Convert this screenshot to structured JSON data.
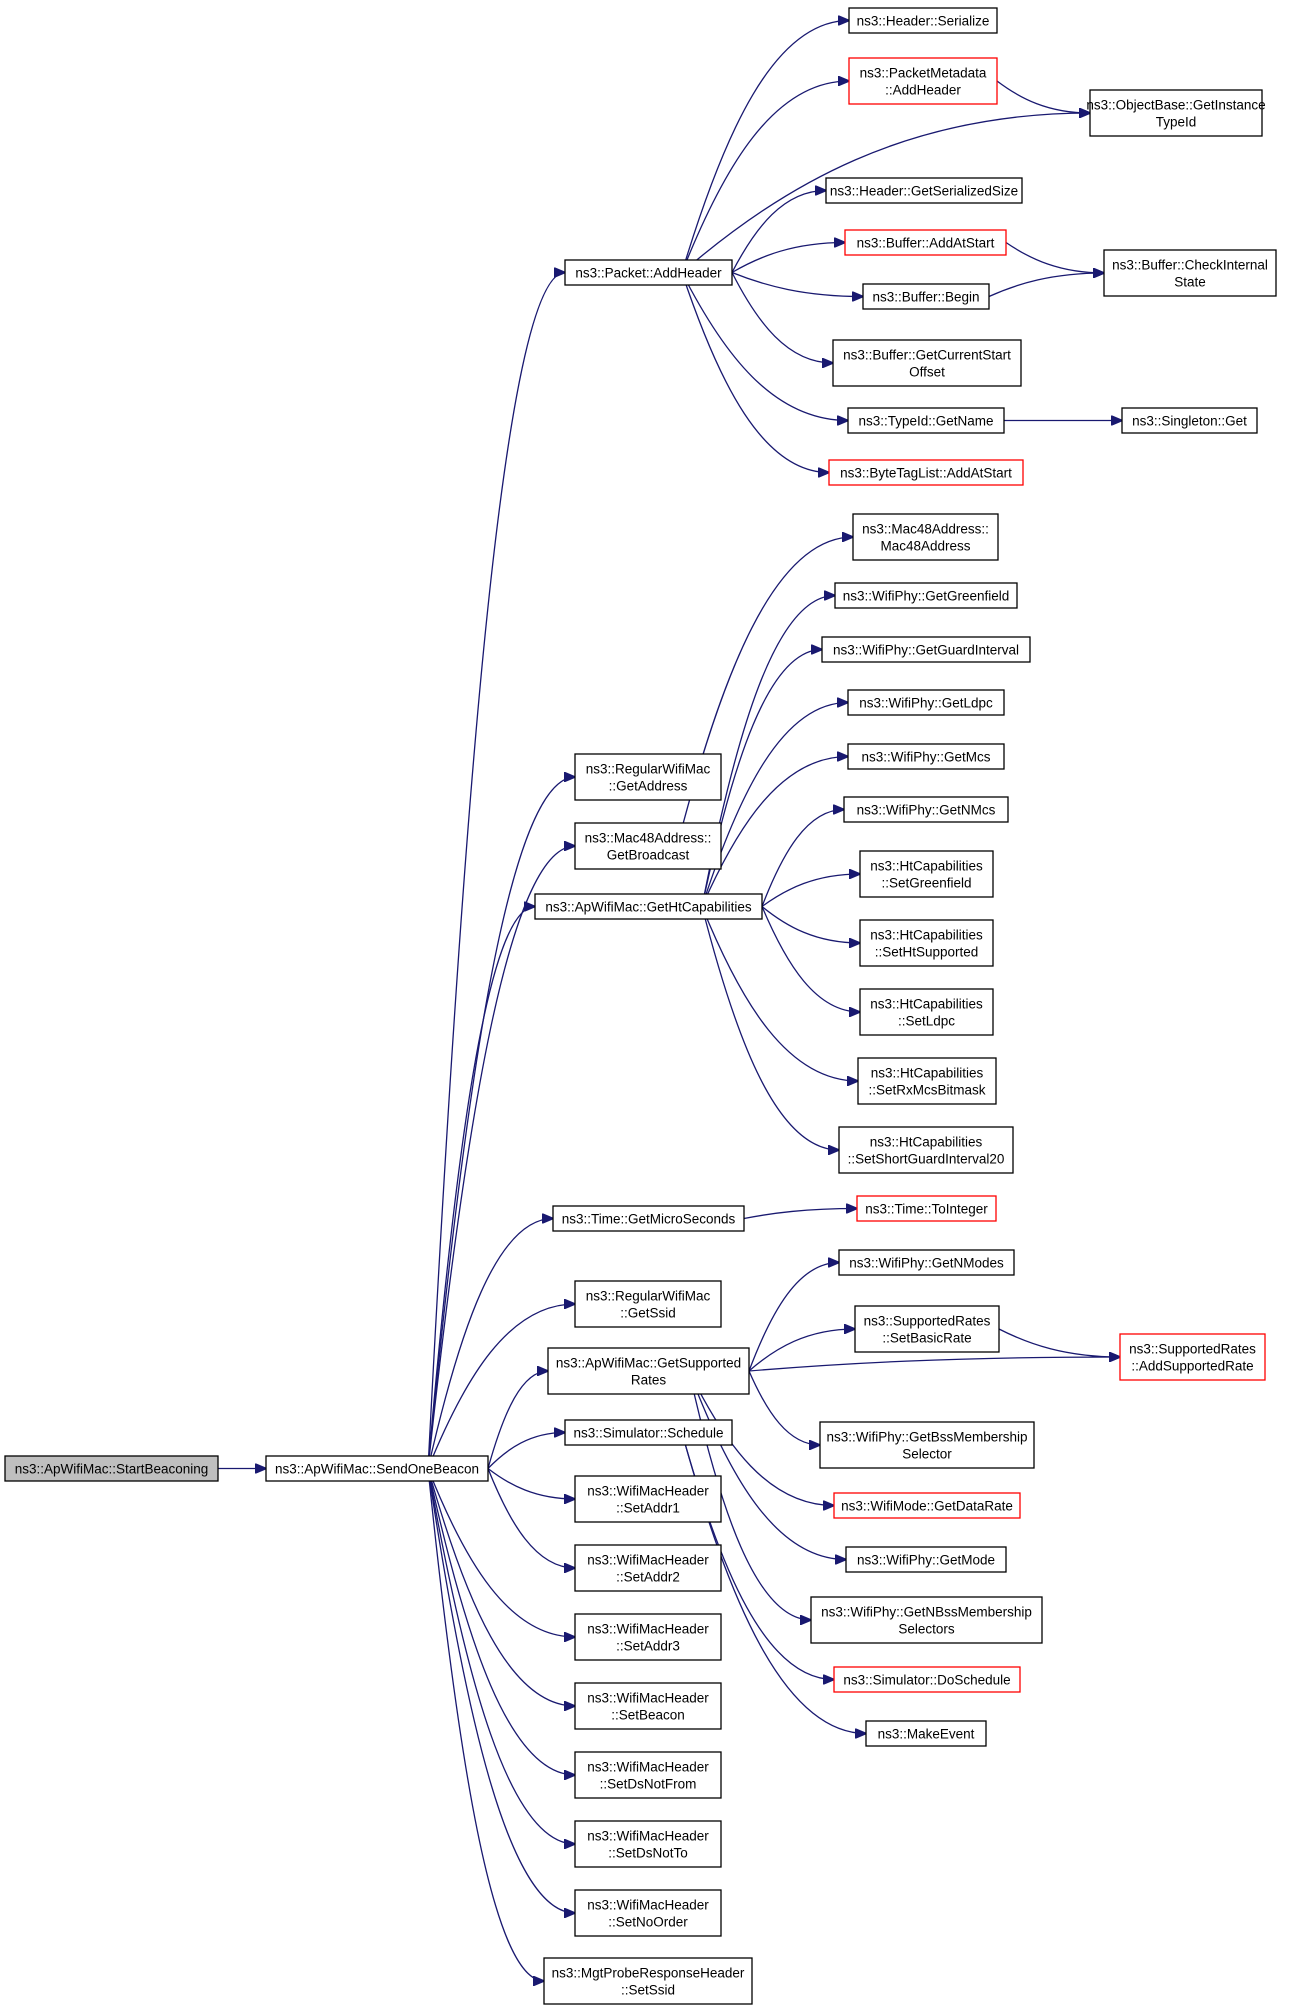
{
  "diagram": {
    "type": "call-graph",
    "colors": {
      "edge": "#191970",
      "node_border_default": "#000000",
      "node_border_truncated": "#ff0000",
      "root_fill": "#bfbfbf",
      "node_fill": "#ffffff"
    },
    "nodes": [
      {
        "id": "start",
        "lines": [
          "ns3::ApWifiMac::StartBeaconing"
        ],
        "style": "root"
      },
      {
        "id": "send",
        "lines": [
          "ns3::ApWifiMac::SendOneBeacon"
        ]
      },
      {
        "id": "addheader",
        "lines": [
          "ns3::Packet::AddHeader"
        ]
      },
      {
        "id": "serialize",
        "lines": [
          "ns3::Header::Serialize"
        ]
      },
      {
        "id": "pmaddheader",
        "lines": [
          "ns3::PacketMetadata",
          "::AddHeader"
        ],
        "style": "truncated"
      },
      {
        "id": "getinstance",
        "lines": [
          "ns3::ObjectBase::GetInstance",
          "TypeId"
        ]
      },
      {
        "id": "getsersize",
        "lines": [
          "ns3::Header::GetSerializedSize"
        ]
      },
      {
        "id": "bufaddatstart",
        "lines": [
          "ns3::Buffer::AddAtStart"
        ],
        "style": "truncated"
      },
      {
        "id": "checkinternal",
        "lines": [
          "ns3::Buffer::CheckInternal",
          "State"
        ]
      },
      {
        "id": "bufbegin",
        "lines": [
          "ns3::Buffer::Begin"
        ]
      },
      {
        "id": "getcurrentstart",
        "lines": [
          "ns3::Buffer::GetCurrentStart",
          "Offset"
        ]
      },
      {
        "id": "typeidgetname",
        "lines": [
          "ns3::TypeId::GetName"
        ]
      },
      {
        "id": "singletonget",
        "lines": [
          "ns3::Singleton::Get"
        ]
      },
      {
        "id": "bytetaglist",
        "lines": [
          "ns3::ByteTagList::AddAtStart"
        ],
        "style": "truncated"
      },
      {
        "id": "mac48ctor",
        "lines": [
          "ns3::Mac48Address::",
          "Mac48Address"
        ]
      },
      {
        "id": "getgreenfield",
        "lines": [
          "ns3::WifiPhy::GetGreenfield"
        ]
      },
      {
        "id": "getguard",
        "lines": [
          "ns3::WifiPhy::GetGuardInterval"
        ]
      },
      {
        "id": "getldpc",
        "lines": [
          "ns3::WifiPhy::GetLdpc"
        ]
      },
      {
        "id": "getmcs",
        "lines": [
          "ns3::WifiPhy::GetMcs"
        ]
      },
      {
        "id": "getnmcs",
        "lines": [
          "ns3::WifiPhy::GetNMcs"
        ]
      },
      {
        "id": "regaddr",
        "lines": [
          "ns3::RegularWifiMac",
          "::GetAddress"
        ]
      },
      {
        "id": "getbroadcast",
        "lines": [
          "ns3::Mac48Address::",
          "GetBroadcast"
        ]
      },
      {
        "id": "getht",
        "lines": [
          "ns3::ApWifiMac::GetHtCapabilities"
        ]
      },
      {
        "id": "setgreenfield",
        "lines": [
          "ns3::HtCapabilities",
          "::SetGreenfield"
        ]
      },
      {
        "id": "sethtsupported",
        "lines": [
          "ns3::HtCapabilities",
          "::SetHtSupported"
        ]
      },
      {
        "id": "setldpc",
        "lines": [
          "ns3::HtCapabilities",
          "::SetLdpc"
        ]
      },
      {
        "id": "setrxmcs",
        "lines": [
          "ns3::HtCapabilities",
          "::SetRxMcsBitmask"
        ]
      },
      {
        "id": "setshortgi",
        "lines": [
          "ns3::HtCapabilities",
          "::SetShortGuardInterval20"
        ]
      },
      {
        "id": "getmicro",
        "lines": [
          "ns3::Time::GetMicroSeconds"
        ]
      },
      {
        "id": "tointeger",
        "lines": [
          "ns3::Time::ToInteger"
        ],
        "style": "truncated"
      },
      {
        "id": "getssid",
        "lines": [
          "ns3::RegularWifiMac",
          "::GetSsid"
        ]
      },
      {
        "id": "getnmodes",
        "lines": [
          "ns3::WifiPhy::GetNModes"
        ]
      },
      {
        "id": "getsupported",
        "lines": [
          "ns3::ApWifiMac::GetSupported",
          "Rates"
        ]
      },
      {
        "id": "setbasicrate",
        "lines": [
          "ns3::SupportedRates",
          "::SetBasicRate"
        ]
      },
      {
        "id": "addsupported",
        "lines": [
          "ns3::SupportedRates",
          "::AddSupportedRate"
        ],
        "style": "truncated"
      },
      {
        "id": "schedule",
        "lines": [
          "ns3::Simulator::Schedule"
        ]
      },
      {
        "id": "getbss",
        "lines": [
          "ns3::WifiPhy::GetBssMembership",
          "Selector"
        ]
      },
      {
        "id": "getdatarate",
        "lines": [
          "ns3::WifiMode::GetDataRate"
        ],
        "style": "truncated"
      },
      {
        "id": "setaddr1",
        "lines": [
          "ns3::WifiMacHeader",
          "::SetAddr1"
        ]
      },
      {
        "id": "getmode",
        "lines": [
          "ns3::WifiPhy::GetMode"
        ]
      },
      {
        "id": "setaddr2",
        "lines": [
          "ns3::WifiMacHeader",
          "::SetAddr2"
        ]
      },
      {
        "id": "getnbss",
        "lines": [
          "ns3::WifiPhy::GetNBssMembership",
          "Selectors"
        ]
      },
      {
        "id": "setaddr3",
        "lines": [
          "ns3::WifiMacHeader",
          "::SetAddr3"
        ]
      },
      {
        "id": "doschedule",
        "lines": [
          "ns3::Simulator::DoSchedule"
        ],
        "style": "truncated"
      },
      {
        "id": "setbeacon",
        "lines": [
          "ns3::WifiMacHeader",
          "::SetBeacon"
        ]
      },
      {
        "id": "makeevent",
        "lines": [
          "ns3::MakeEvent"
        ]
      },
      {
        "id": "setdsnotfrom",
        "lines": [
          "ns3::WifiMacHeader",
          "::SetDsNotFrom"
        ]
      },
      {
        "id": "setdsnotto",
        "lines": [
          "ns3::WifiMacHeader",
          "::SetDsNotTo"
        ]
      },
      {
        "id": "setnoorder",
        "lines": [
          "ns3::WifiMacHeader",
          "::SetNoOrder"
        ]
      },
      {
        "id": "mgtsetssid",
        "lines": [
          "ns3::MgtProbeResponseHeader",
          "::SetSsid"
        ]
      }
    ],
    "edges": [
      [
        "start",
        "send"
      ],
      [
        "send",
        "addheader"
      ],
      [
        "send",
        "regaddr"
      ],
      [
        "send",
        "getbroadcast"
      ],
      [
        "send",
        "getht"
      ],
      [
        "send",
        "getmicro"
      ],
      [
        "send",
        "getssid"
      ],
      [
        "send",
        "getsupported"
      ],
      [
        "send",
        "schedule"
      ],
      [
        "send",
        "setaddr1"
      ],
      [
        "send",
        "setaddr2"
      ],
      [
        "send",
        "setaddr3"
      ],
      [
        "send",
        "setbeacon"
      ],
      [
        "send",
        "setdsnotfrom"
      ],
      [
        "send",
        "setdsnotto"
      ],
      [
        "send",
        "setnoorder"
      ],
      [
        "send",
        "mgtsetssid"
      ],
      [
        "addheader",
        "serialize"
      ],
      [
        "addheader",
        "pmaddheader"
      ],
      [
        "addheader",
        "getinstance"
      ],
      [
        "addheader",
        "getsersize"
      ],
      [
        "addheader",
        "bufaddatstart"
      ],
      [
        "addheader",
        "bufbegin"
      ],
      [
        "addheader",
        "getcurrentstart"
      ],
      [
        "addheader",
        "typeidgetname"
      ],
      [
        "addheader",
        "bytetaglist"
      ],
      [
        "pmaddheader",
        "getinstance"
      ],
      [
        "bufaddatstart",
        "checkinternal"
      ],
      [
        "bufbegin",
        "checkinternal"
      ],
      [
        "typeidgetname",
        "singletonget"
      ],
      [
        "getbroadcast",
        "mac48ctor"
      ],
      [
        "getht",
        "getgreenfield"
      ],
      [
        "getht",
        "getguard"
      ],
      [
        "getht",
        "getldpc"
      ],
      [
        "getht",
        "getmcs"
      ],
      [
        "getht",
        "getnmcs"
      ],
      [
        "getht",
        "setgreenfield"
      ],
      [
        "getht",
        "sethtsupported"
      ],
      [
        "getht",
        "setldpc"
      ],
      [
        "getht",
        "setrxmcs"
      ],
      [
        "getht",
        "setshortgi"
      ],
      [
        "getmicro",
        "tointeger"
      ],
      [
        "getsupported",
        "getnmodes"
      ],
      [
        "getsupported",
        "setbasicrate"
      ],
      [
        "getsupported",
        "addsupported"
      ],
      [
        "getsupported",
        "getbss"
      ],
      [
        "getsupported",
        "getdatarate"
      ],
      [
        "getsupported",
        "getmode"
      ],
      [
        "getsupported",
        "getnbss"
      ],
      [
        "setbasicrate",
        "addsupported"
      ],
      [
        "schedule",
        "doschedule"
      ],
      [
        "schedule",
        "makeevent"
      ]
    ]
  }
}
